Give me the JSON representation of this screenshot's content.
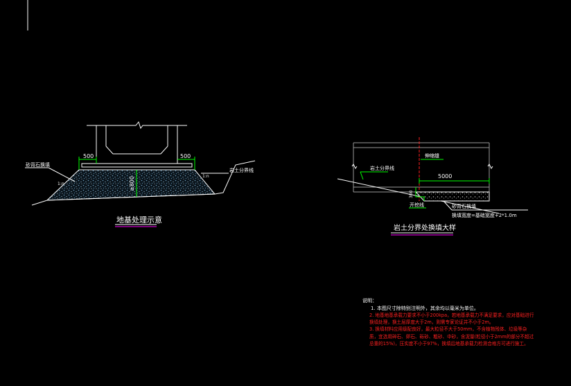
{
  "left_detail": {
    "title": "地基处理示意",
    "dim_left": "500",
    "dim_right": "500",
    "dim_depth": "≥800",
    "label_fill": "砂背石换填",
    "label_boundary": "岩土分界线",
    "slope_left": "1:n",
    "slope_right": "1:n"
  },
  "right_detail": {
    "title": "岩土分界处换填大样",
    "label_boundary": "岩土分界线",
    "label_joint": "伸缩缝",
    "dim_length": "5000",
    "label_depth": "300",
    "label_step": "开挖线",
    "label_fill": "砂背石换填",
    "label_width": "换填宽度=基础宽度+2*1.0m"
  },
  "notes": {
    "heading": "说明：",
    "items": [
      "1. 本图尺寸除特别注明外，其余均以毫米为单位。",
      "2. 地基地基承载力要求不小于200kpa，若地基承载力不满足要求，应对基础进行换填处理，换土层厚度大于2m，则需专家论证并不小于2m。",
      "3. 换填材料应用级配良好，最大粒径不大于50mm，不含植物残体、垃圾等杂质，宜选用碎石、卵石、砾砂、粗砂、中砂，含泥量(粒径小于2mm的部分不超过总重的15%)，压实度不小于97%，换填后地基承载力检测合格方可进行施工。"
    ]
  },
  "colors": {
    "white": "#ffffff",
    "green": "#00ff00",
    "red": "#ff2020",
    "magenta": "#ff00ff",
    "grey": "#9a9a9a",
    "fill": "#5f8fa8"
  }
}
